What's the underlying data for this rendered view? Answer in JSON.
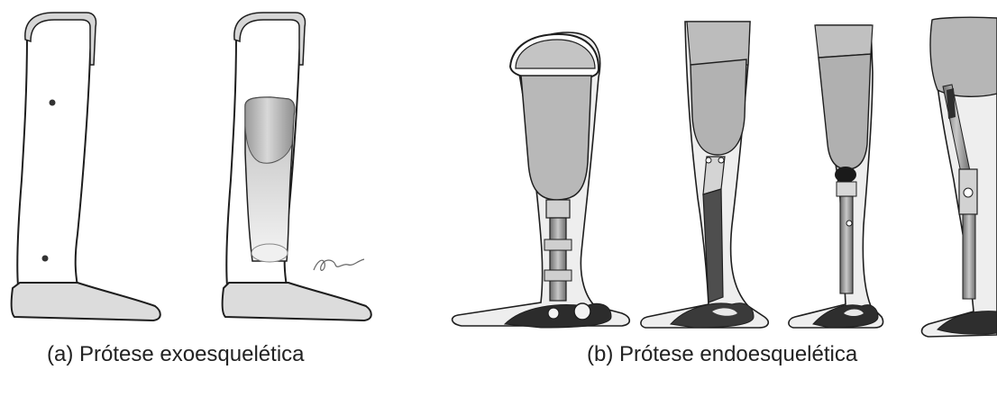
{
  "captions": {
    "exoskeletal": "(a) Prótese exoesquelética",
    "endoskeletal": "(b) Prótese endoesquelética"
  },
  "colors": {
    "outline": "#1e1e1e",
    "socket_gray": "#b4b4b4",
    "shell_light": "#e6e6e6",
    "foot_gray": "#d2d2d2",
    "pylon_dark": "#555555",
    "background": "#ffffff"
  },
  "signature_text": "Pabst"
}
